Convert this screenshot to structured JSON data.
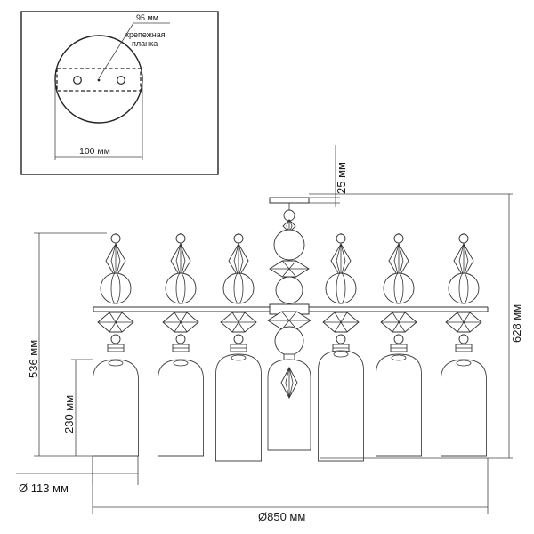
{
  "detail": {
    "plate_width_label": "95 мм",
    "plate_name_line1": "крепежная",
    "plate_name_line2": "планка",
    "canopy_diameter_label": "100 мм"
  },
  "dimensions": {
    "canopy_height_label": "25 мм",
    "total_height_label": "628 мм",
    "body_height_label": "536 мм",
    "shade_height_label": "230 мм",
    "shade_diameter_label": "Ø 113 мм",
    "total_diameter_label": "Ø850 мм"
  },
  "lamp": {
    "arm_count": 7
  }
}
